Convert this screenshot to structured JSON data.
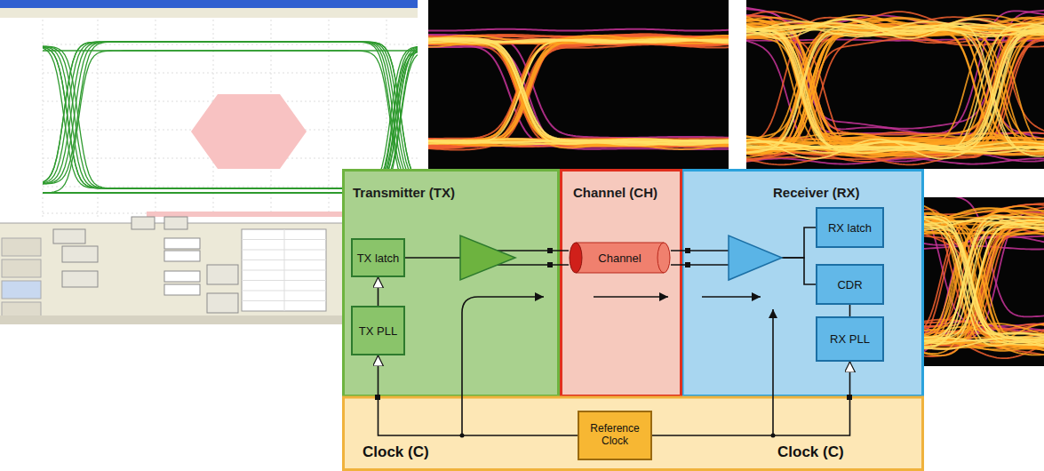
{
  "diagram": {
    "nodes": [
      {
        "text": [
          "Transmitter (TX)"
        ]
      },
      {
        "text": [
          "TX latch"
        ],
        "in": 0
      },
      {
        "text": [
          "TX PLL"
        ],
        "in": 0
      },
      {
        "text": [
          "Channel (CH)"
        ]
      },
      {
        "text": [
          "Channel"
        ],
        "in": 3
      },
      {
        "text": [
          "Receiver (RX)"
        ]
      },
      {
        "text": [
          "RX latch"
        ],
        "in": 5
      },
      {
        "text": [
          "CDR"
        ],
        "in": 5
      },
      {
        "text": [
          "RX PLL"
        ],
        "in": 5
      },
      {
        "text": [
          "Clock (C)",
          "Clock (C)"
        ]
      },
      {
        "text": [
          "Reference Clock"
        ],
        "in": 9
      }
    ],
    "edges": [
      {
        "from": 1,
        "to": 4,
        "arrow": "none"
      },
      {
        "from": 4,
        "to": 6,
        "arrow": "none"
      },
      {
        "from": 4,
        "to": 7,
        "arrow": "none"
      },
      {
        "from": 2,
        "to": 1,
        "arrow": "to"
      },
      {
        "from": 10,
        "to": 2,
        "arrow": "to"
      },
      {
        "from": 10,
        "to": 8,
        "arrow": "to"
      },
      {
        "from": 8,
        "to": 7,
        "arrow": "none"
      }
    ]
  }
}
